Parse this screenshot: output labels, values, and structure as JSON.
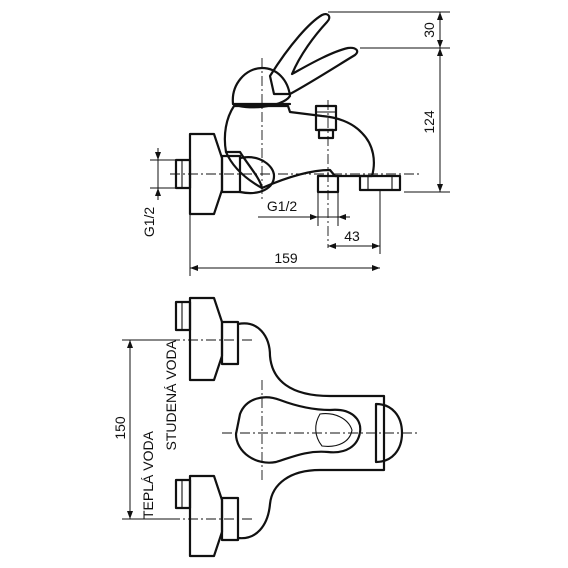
{
  "dimensions": {
    "lever_height": "30",
    "spout_height": "124",
    "thread_left": "G1/2",
    "thread_outlet": "G1/2",
    "outlet_offset": "43",
    "overall_width": "159",
    "inlet_spacing": "150"
  },
  "labels": {
    "cold_water": "STUDENÁ VODA",
    "hot_water": "TEPLÁ VODA"
  }
}
